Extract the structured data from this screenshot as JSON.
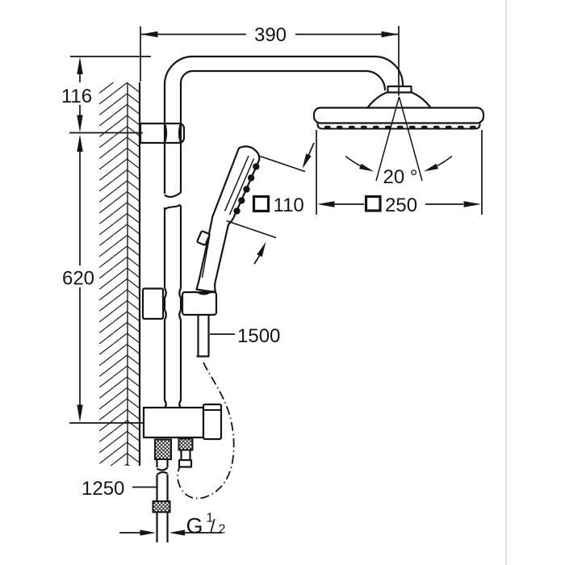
{
  "dimensions": {
    "top_width": "390",
    "wall_offset": "116",
    "rail_height": "620",
    "spray_angle": "20 °",
    "hand_shower_size": "110",
    "head_shower_size": "250",
    "hose_length": "1500",
    "lower_hose_length": "1250"
  },
  "thread": {
    "letter": "G",
    "numerator": "1",
    "slash": "/",
    "denominator": "2"
  },
  "colors": {
    "line": "#151515",
    "background": "#ffffff",
    "page_border": "#e4e4e4"
  }
}
